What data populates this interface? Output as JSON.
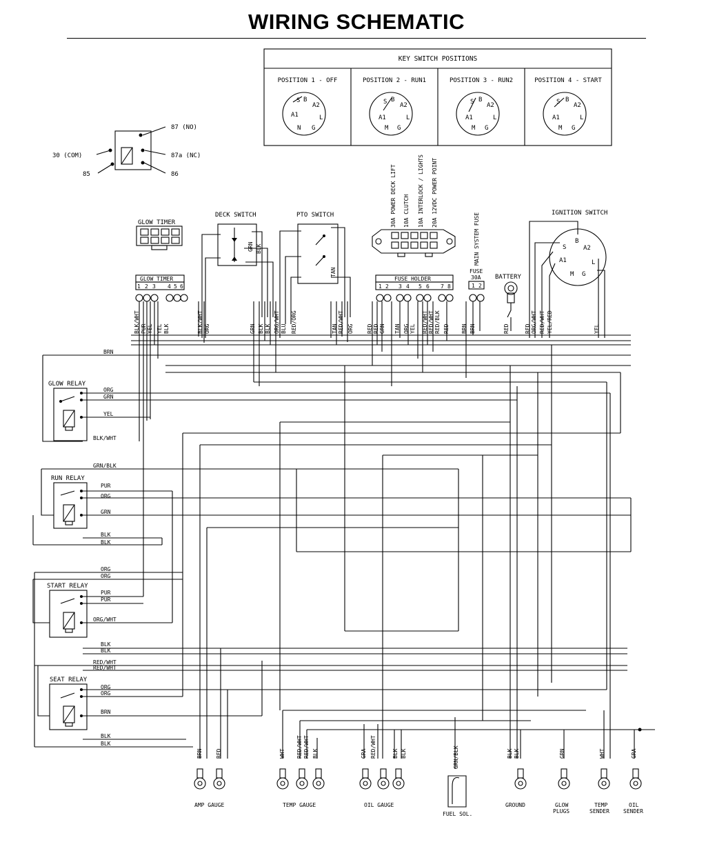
{
  "title": "WIRING SCHEMATIC",
  "key_switch": {
    "heading": "KEY SWITCH POSITIONS",
    "positions": [
      {
        "label": "POSITION 1 - OFF"
      },
      {
        "label": "POSITION 2 - RUN1"
      },
      {
        "label": "POSITION 3 - RUN2"
      },
      {
        "label": "POSITION 4 - START"
      }
    ],
    "terminals": {
      "s": "S",
      "b": "B",
      "a2": "A2",
      "a1": "A1",
      "l": "L",
      "m": "M",
      "g": "G",
      "n": "N"
    }
  },
  "relay_legend": {
    "nc": "87a (NC)",
    "no": "87 (NO)",
    "com": "30 (COM)",
    "t85": "85",
    "t86": "86"
  },
  "components": {
    "glow_timer": "GLOW TIMER",
    "deck_switch": "DECK SWITCH",
    "pto_switch": "PTO SWITCH",
    "ignition_switch": "IGNITION SWITCH",
    "battery": "BATTERY",
    "fuse_holder": "FUSE HOLDER",
    "fuse_30a_line1": "FUSE",
    "fuse_30a_line2": "30A",
    "main_system_fuse": "MAIN SYSTEM FUSE",
    "glow_timer_strip": "GLOW TIMER",
    "glow_relay": "GLOW RELAY",
    "run_relay": "RUN RELAY",
    "start_relay": "START RELAY",
    "seat_relay": "SEAT RELAY"
  },
  "fuse_legend": [
    "30A POWER DECK LIFT",
    "10A CLUTCH",
    "10A INTERLOCK / LIGHTS",
    "20A 12VDC POWER POINT"
  ],
  "glow_timer_pins": [
    "1",
    "2",
    "3",
    "4",
    "5",
    "6"
  ],
  "fuse_holder_pins": [
    "1",
    "2",
    "3",
    "4",
    "5",
    "6",
    "7",
    "8"
  ],
  "fuse30_pins": [
    "1",
    "2"
  ],
  "relay_labels": {
    "glow": [
      "ORG",
      "GRN",
      "YEL",
      "BLK/WHT"
    ],
    "glow_top": "BRN",
    "run_top": "GRN/BLK",
    "run": [
      "PUR",
      "ORG",
      "GRN",
      "BLK",
      "BLK"
    ],
    "start_top": [
      "ORG",
      "ORG"
    ],
    "start": [
      "PUR",
      "PUR",
      "ORG/WHT",
      "BLK",
      "BLK"
    ],
    "seat_top": [
      "RED/WHT",
      "RED/WHT"
    ],
    "seat": [
      "ORG",
      "ORG",
      "BRN",
      "BLK",
      "BLK"
    ]
  },
  "wire_labels_top": [
    "BLK/WHT",
    "PUR",
    "YEL",
    "YEL",
    "BLK",
    "BLK/WHT",
    "ORG",
    "GRN",
    "BLK",
    "BLK",
    "ORG/WHT",
    "BLU",
    "RED/ORG",
    "TAN",
    "RED/WHT",
    "ORG",
    "RED",
    "RED",
    "GRN",
    "TAN",
    "ORG",
    "YEL",
    "RED/WHT",
    "RED/WHT",
    "RED/BLK",
    "RED",
    "BRN",
    "BRN",
    "RED",
    "RED",
    "ORG/WHT",
    "RED/WHT",
    "YEL/RED",
    "YEL"
  ],
  "switch_inner_labels": {
    "deck": [
      "GRN",
      "BLK"
    ],
    "pto": "TAN"
  },
  "bottom_components": [
    {
      "name": "AMP GAUGE",
      "wires": [
        "BRN",
        "RED"
      ]
    },
    {
      "name": "TEMP GAUGE",
      "wires": [
        "WHT",
        "RED/WHT",
        "RED/WHT",
        "BLK"
      ]
    },
    {
      "name": "OIL GAUGE",
      "wires": [
        "GRA",
        "RED/WHT",
        "BLK",
        "BLK"
      ]
    },
    {
      "name": "FUEL SOL.",
      "wires": [
        "GRN/BLK"
      ]
    },
    {
      "name": "GROUND",
      "wires": [
        "BLK",
        "BLK"
      ]
    },
    {
      "name": "GLOW PLUGS",
      "wires": [
        "GRN"
      ]
    },
    {
      "name": "TEMP SENDER",
      "wires": [
        "WHT"
      ]
    },
    {
      "name": "OIL SENDER",
      "wires": [
        "GRA"
      ]
    }
  ],
  "bottom_names_split": {
    "glow1": "GLOW",
    "glow2": "PLUGS",
    "temp1": "TEMP",
    "temp2": "SENDER",
    "oil1": "OIL",
    "oil2": "SENDER"
  }
}
